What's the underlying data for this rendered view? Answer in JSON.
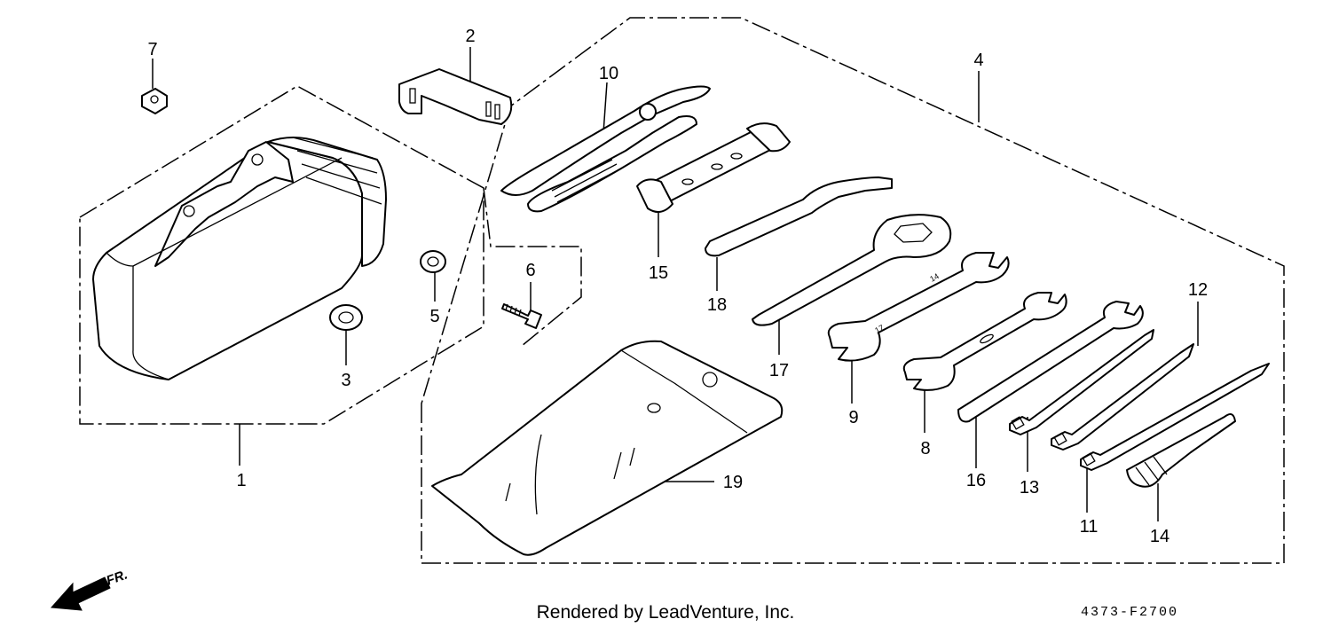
{
  "callouts": [
    "1",
    "2",
    "3",
    "4",
    "5",
    "6",
    "7",
    "8",
    "9",
    "10",
    "11",
    "12",
    "13",
    "14",
    "15",
    "16",
    "17",
    "18",
    "19"
  ],
  "direction_label": "FR.",
  "footer": {
    "credit": "Rendered by LeadVenture, Inc.",
    "diagram_code": "4373-F2700"
  }
}
